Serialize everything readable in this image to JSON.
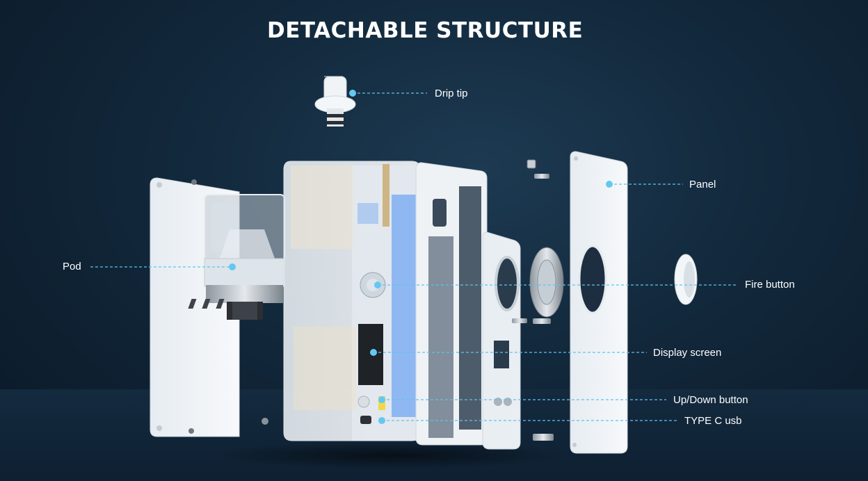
{
  "title": "DETACHABLE STRUCTURE",
  "labels": {
    "drip_tip": "Drip tip",
    "panel": "Panel",
    "pod": "Pod",
    "fire_button": "Fire button",
    "display_screen": "Display screen",
    "up_down_button": "Up/Down button",
    "type_c_usb": "TYPE C usb"
  },
  "colors": {
    "background": "#12283b",
    "callout_line": "#5ec3ee",
    "callout_dot": "#63c8f2",
    "display": "#8fb8f2",
    "text": "#ffffff"
  }
}
